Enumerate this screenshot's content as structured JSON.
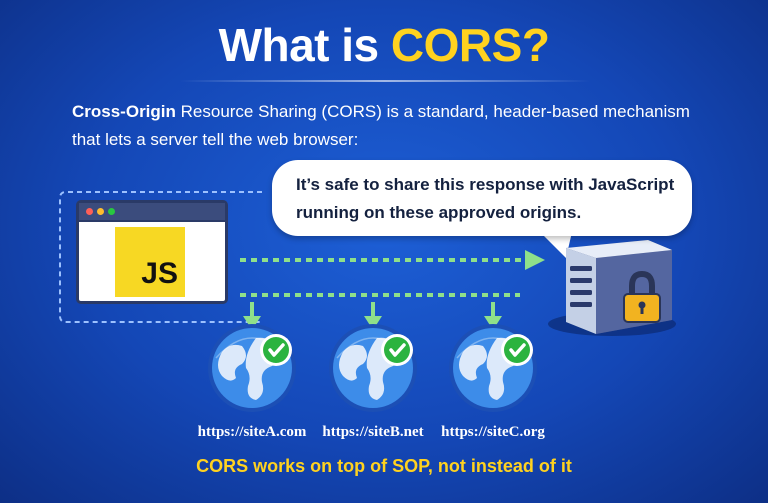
{
  "title": {
    "prefix": "What is ",
    "highlight": "CORS?"
  },
  "intro": {
    "term": "Cross-Origin",
    "text": " Resource Sharing (CORS) is a standard, header-based mechanism that lets a server tell the web browser:"
  },
  "bubble": {
    "text": "It’s safe to share this response with JavaScript running on these approved origins."
  },
  "browser": {
    "badge": "JS"
  },
  "origins": [
    {
      "label": "https://siteA.com"
    },
    {
      "label": "https://siteB.net"
    },
    {
      "label": "https://siteC.org"
    }
  ],
  "footer": "CORS works on top of SOP, not instead of it",
  "colors": {
    "background": "#1447b6",
    "highlight": "#ffd21f",
    "arrow": "#8fe08a",
    "check": "#2bb33f",
    "lock": "#f2b320"
  }
}
